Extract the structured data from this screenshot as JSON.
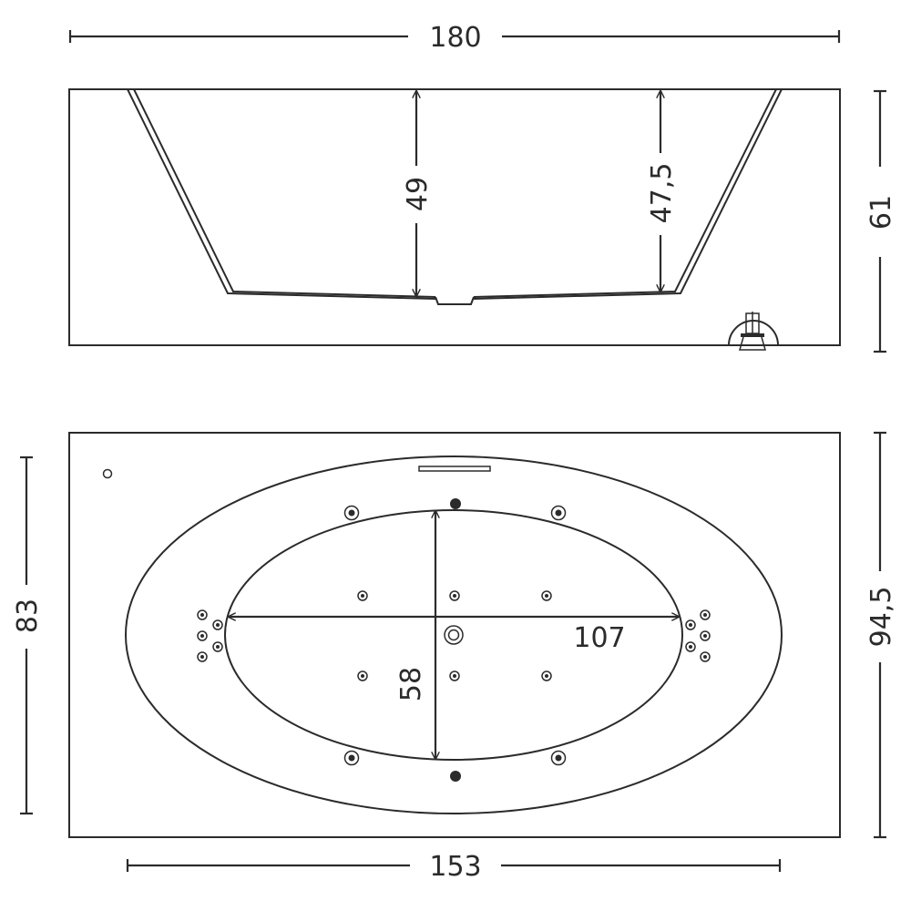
{
  "dimensions": {
    "total_length": "180",
    "height": "61",
    "inner_depth_center": "49",
    "inner_depth_side": "47,5",
    "top_view_width": "83",
    "outer_width": "94,5",
    "inner_length": "107",
    "inner_width": "58",
    "base_length": "153"
  },
  "colors": {
    "line": "#2b2b2b",
    "background": "#ffffff"
  }
}
